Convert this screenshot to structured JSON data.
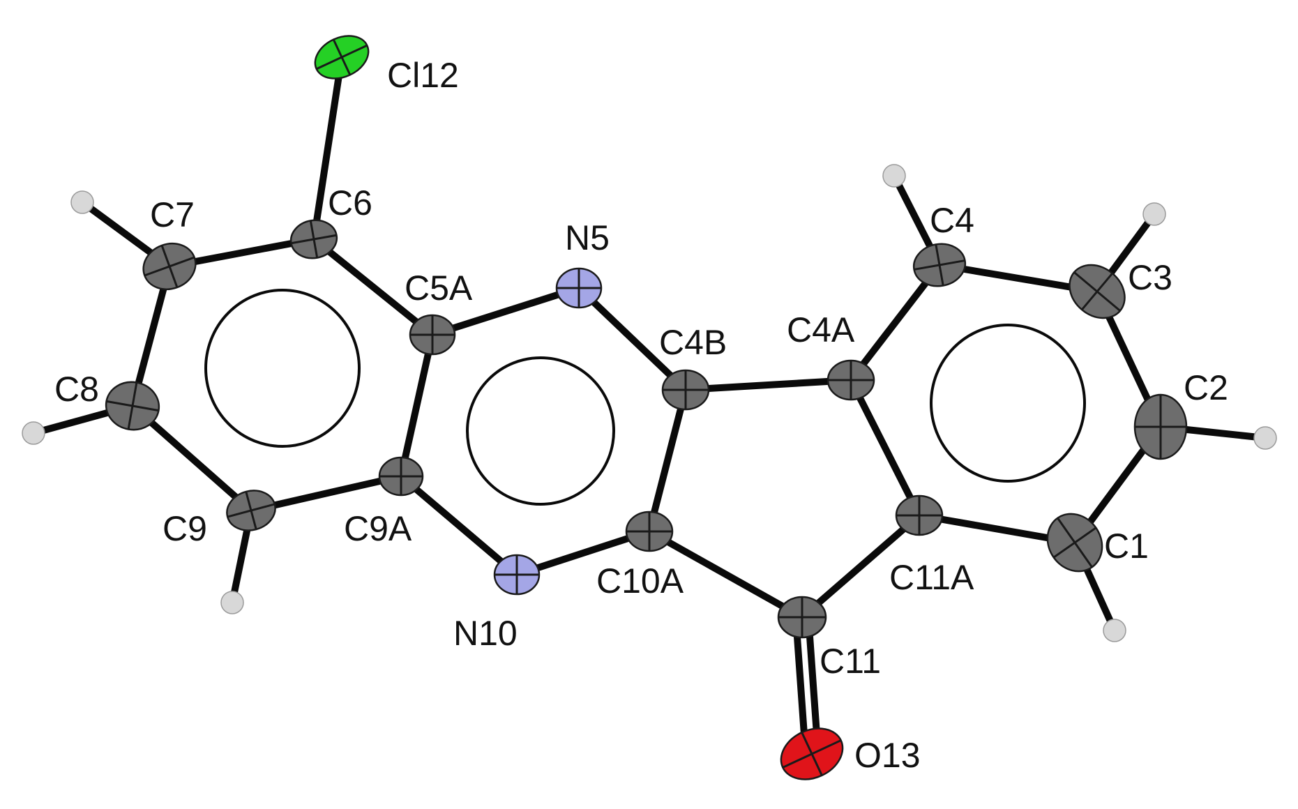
{
  "colors": {
    "carbon": "#6d6d6d",
    "nitrogen": "#a4a6e6",
    "chlorine": "#25d025",
    "oxygen": "#e0141a",
    "hydrogen": "#d8d8d8",
    "bond": "#0a0a0a",
    "label": "#111111"
  },
  "atoms": [
    {
      "id": "Cl12",
      "label": "Cl12",
      "element": "Cl"
    },
    {
      "id": "C6",
      "label": "C6",
      "element": "C"
    },
    {
      "id": "C7",
      "label": "C7",
      "element": "C"
    },
    {
      "id": "C8",
      "label": "C8",
      "element": "C"
    },
    {
      "id": "C9",
      "label": "C9",
      "element": "C"
    },
    {
      "id": "C9A",
      "label": "C9A",
      "element": "C"
    },
    {
      "id": "C5A",
      "label": "C5A",
      "element": "C"
    },
    {
      "id": "N5",
      "label": "N5",
      "element": "N"
    },
    {
      "id": "N10",
      "label": "N10",
      "element": "N"
    },
    {
      "id": "C4B",
      "label": "C4B",
      "element": "C"
    },
    {
      "id": "C10A",
      "label": "C10A",
      "element": "C"
    },
    {
      "id": "C4A",
      "label": "C4A",
      "element": "C"
    },
    {
      "id": "C4",
      "label": "C4",
      "element": "C"
    },
    {
      "id": "C3",
      "label": "C3",
      "element": "C"
    },
    {
      "id": "C2",
      "label": "C2",
      "element": "C"
    },
    {
      "id": "C1",
      "label": "C1",
      "element": "C"
    },
    {
      "id": "C11A",
      "label": "C11A",
      "element": "C"
    },
    {
      "id": "C11",
      "label": "C11",
      "element": "C"
    },
    {
      "id": "O13",
      "label": "O13",
      "element": "O"
    },
    {
      "id": "H7",
      "label": "",
      "element": "H"
    },
    {
      "id": "H8",
      "label": "",
      "element": "H"
    },
    {
      "id": "H9",
      "label": "",
      "element": "H"
    },
    {
      "id": "H4",
      "label": "",
      "element": "H"
    },
    {
      "id": "H3",
      "label": "",
      "element": "H"
    },
    {
      "id": "H2",
      "label": "",
      "element": "H"
    },
    {
      "id": "H1",
      "label": "",
      "element": "H"
    }
  ],
  "bonds": [
    [
      "Cl12",
      "C6",
      "single"
    ],
    [
      "C6",
      "C7",
      "single"
    ],
    [
      "C7",
      "C8",
      "single"
    ],
    [
      "C8",
      "C9",
      "single"
    ],
    [
      "C9",
      "C9A",
      "single"
    ],
    [
      "C9A",
      "C5A",
      "single"
    ],
    [
      "C5A",
      "C6",
      "single"
    ],
    [
      "C5A",
      "N5",
      "single"
    ],
    [
      "N5",
      "C4B",
      "single"
    ],
    [
      "C4B",
      "C10A",
      "single"
    ],
    [
      "C10A",
      "N10",
      "single"
    ],
    [
      "N10",
      "C9A",
      "single"
    ],
    [
      "C4B",
      "C4A",
      "single"
    ],
    [
      "C4A",
      "C4",
      "single"
    ],
    [
      "C4",
      "C3",
      "single"
    ],
    [
      "C3",
      "C2",
      "single"
    ],
    [
      "C2",
      "C1",
      "single"
    ],
    [
      "C1",
      "C11A",
      "single"
    ],
    [
      "C11A",
      "C4A",
      "single"
    ],
    [
      "C11A",
      "C11",
      "single"
    ],
    [
      "C11",
      "C10A",
      "single"
    ],
    [
      "C11",
      "O13",
      "double"
    ],
    [
      "C7",
      "H7",
      "single"
    ],
    [
      "C8",
      "H8",
      "single"
    ],
    [
      "C9",
      "H9",
      "single"
    ],
    [
      "C4",
      "H4",
      "single"
    ],
    [
      "C3",
      "H3",
      "single"
    ],
    [
      "C2",
      "H2",
      "single"
    ],
    [
      "C1",
      "H1",
      "single"
    ]
  ],
  "aromatic_rings": [
    "benzo-ring-left",
    "pyrazine-ring",
    "benzo-ring-right"
  ]
}
